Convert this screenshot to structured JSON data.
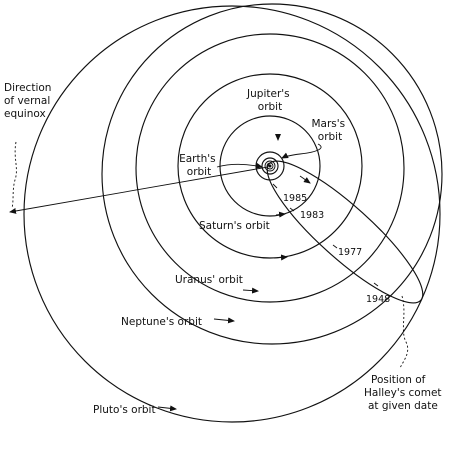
{
  "labels": {
    "vernal": [
      "Direction",
      "of vernal",
      "equinox"
    ],
    "jupiter": [
      "Jupiter's",
      "orbit"
    ],
    "mars": [
      "Mars's",
      "orbit"
    ],
    "earth": [
      "Earth's",
      "orbit"
    ],
    "saturn": "Saturn's orbit",
    "uranus": "Uranus' orbit",
    "neptune": "Neptune's orbit",
    "pluto": "Pluto's orbit",
    "position": [
      "Position of",
      "Halley's comet",
      "at given date"
    ]
  },
  "dates": {
    "y1985": "1985",
    "y1983": "1983",
    "y1977": "1977",
    "y1948": "1948"
  }
}
